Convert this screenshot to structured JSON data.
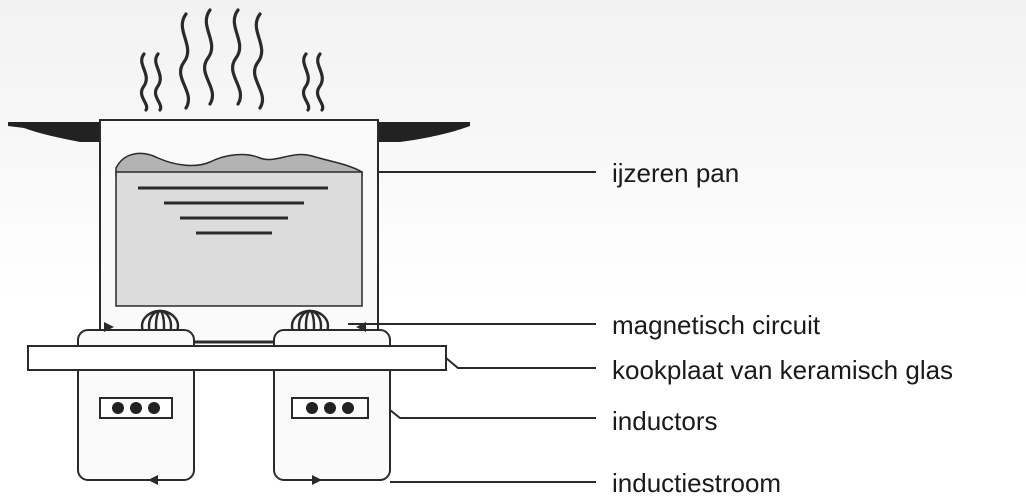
{
  "labels": {
    "pan": "ijzeren pan",
    "magnetic_circuit": "magnetisch circuit",
    "glass": "kookplaat van keramisch glas",
    "inductors": "inductors",
    "induction_current": "inductiestroom"
  },
  "colors": {
    "stroke": "#2a2a2a",
    "water": "#dcdcdc",
    "water_wave": "#b0b0b0",
    "handle": "#222222"
  },
  "icons": [
    "steam-icon",
    "coil-icon",
    "indicator-lights-icon",
    "arrow-icon"
  ]
}
